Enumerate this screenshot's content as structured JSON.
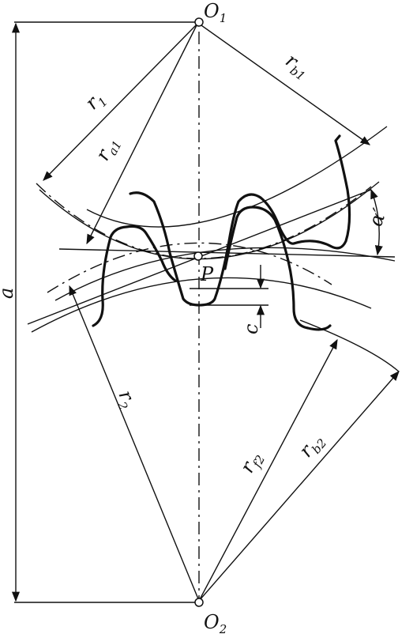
{
  "labels": {
    "O1": "O",
    "O1_sub": "1",
    "O2": "O",
    "O2_sub": "2",
    "P": "P",
    "a": "a",
    "c": "c",
    "alpha": "α′",
    "r1": "r",
    "r1_sub": "1",
    "ra1": "r",
    "ra1_sub": "a1",
    "rb1": "r",
    "rb1_sub": "b1",
    "r2": "r",
    "r2_sub": "2",
    "rf2": "r",
    "rf2_sub": "f2",
    "rb2": "r",
    "rb2_sub": "b2"
  }
}
